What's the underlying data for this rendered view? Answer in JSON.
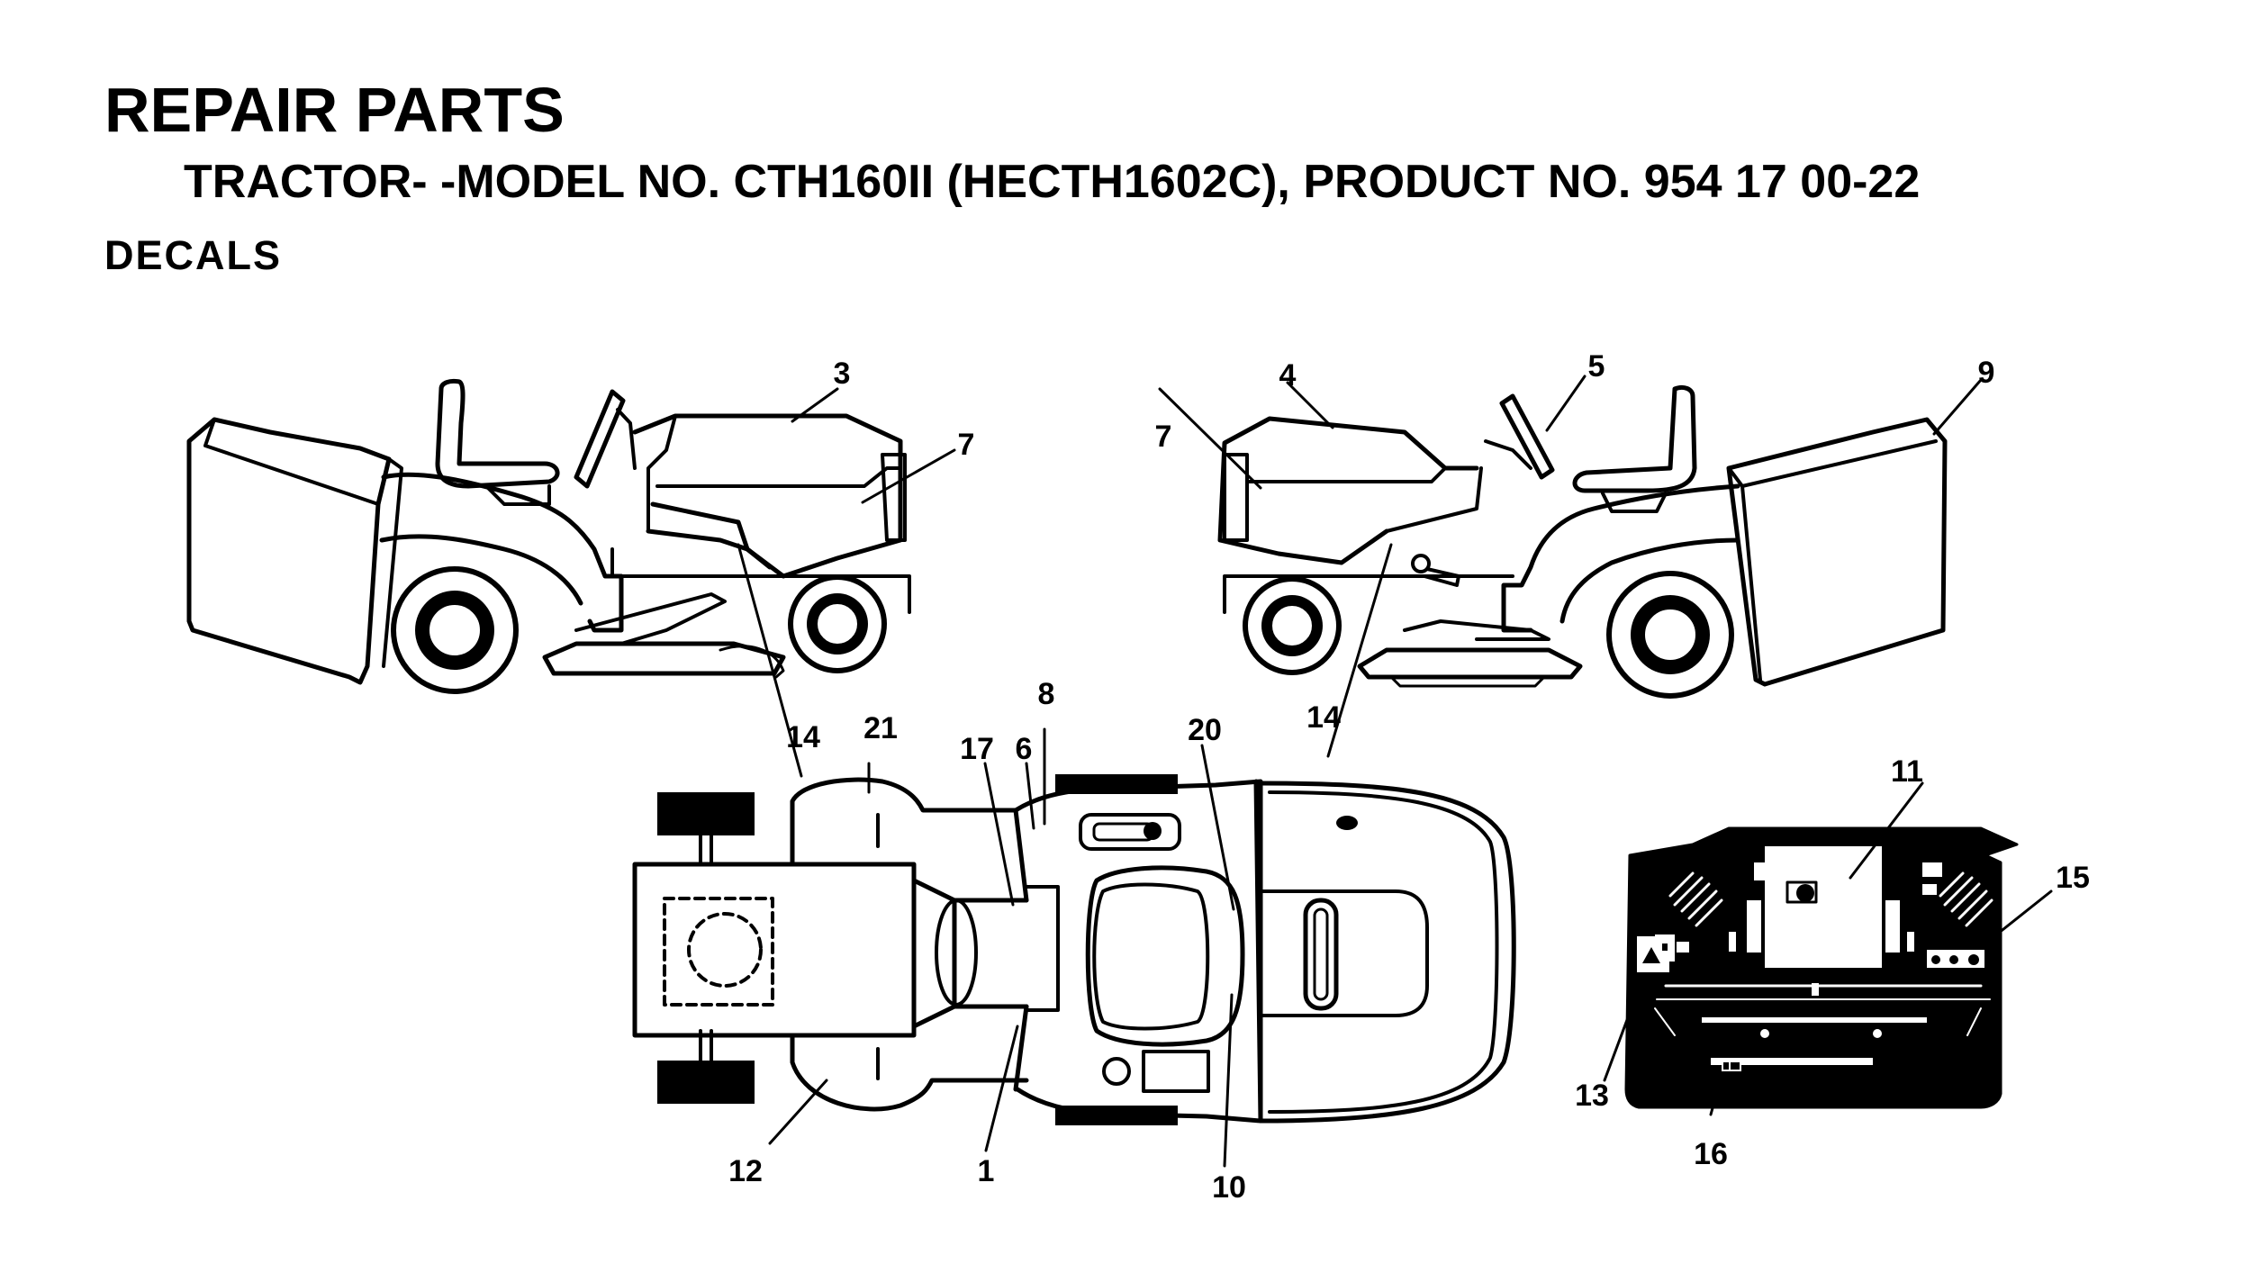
{
  "header": {
    "title": "REPAIR PARTS",
    "subtitle": "TRACTOR- -MODEL NO. CTH160II (HECTH1602C), PRODUCT NO. 954 17 00-22",
    "section": "DECALS"
  },
  "callouts": {
    "c1": "1",
    "c3": "3",
    "c4": "4",
    "c5": "5",
    "c6": "6",
    "c7a": "7",
    "c7b": "7",
    "c8": "8",
    "c9": "9",
    "c10": "10",
    "c11": "11",
    "c12": "12",
    "c13": "13",
    "c14a": "14",
    "c14b": "14",
    "c15": "15",
    "c16": "16",
    "c17": "17",
    "c20": "20",
    "c21": "21"
  }
}
